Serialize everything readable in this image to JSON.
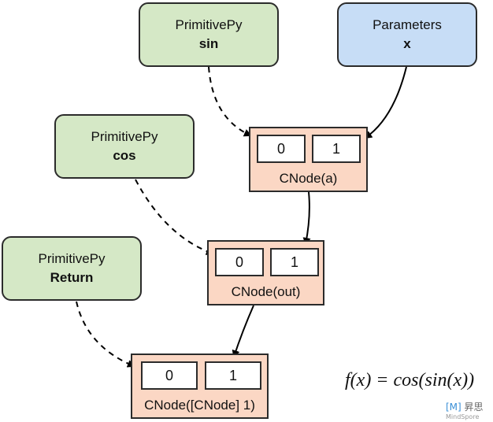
{
  "prim_sin": {
    "kind": "PrimitivePy",
    "name": "sin"
  },
  "params_x": {
    "kind": "Parameters",
    "name": "x"
  },
  "prim_cos": {
    "kind": "PrimitivePy",
    "name": "cos"
  },
  "prim_return": {
    "kind": "PrimitivePy",
    "name": "Return"
  },
  "cnode_a": {
    "slots": [
      "0",
      "1"
    ],
    "label": "CNode(a)"
  },
  "cnode_out": {
    "slots": [
      "0",
      "1"
    ],
    "label": "CNode(out)"
  },
  "cnode_ret": {
    "slots": [
      "0",
      "1"
    ],
    "label": "CNode([CNode] 1)"
  },
  "formula": "f(x) = cos(sin(x))",
  "watermark": {
    "logo": "[M]",
    "text": "昇思",
    "sub": "MindSpore"
  },
  "colors": {
    "primitive_fill": "#d5e8c6",
    "parameter_fill": "#c7ddf6",
    "cnode_fill": "#fbd7c4",
    "stroke": "#2b2b2b"
  }
}
